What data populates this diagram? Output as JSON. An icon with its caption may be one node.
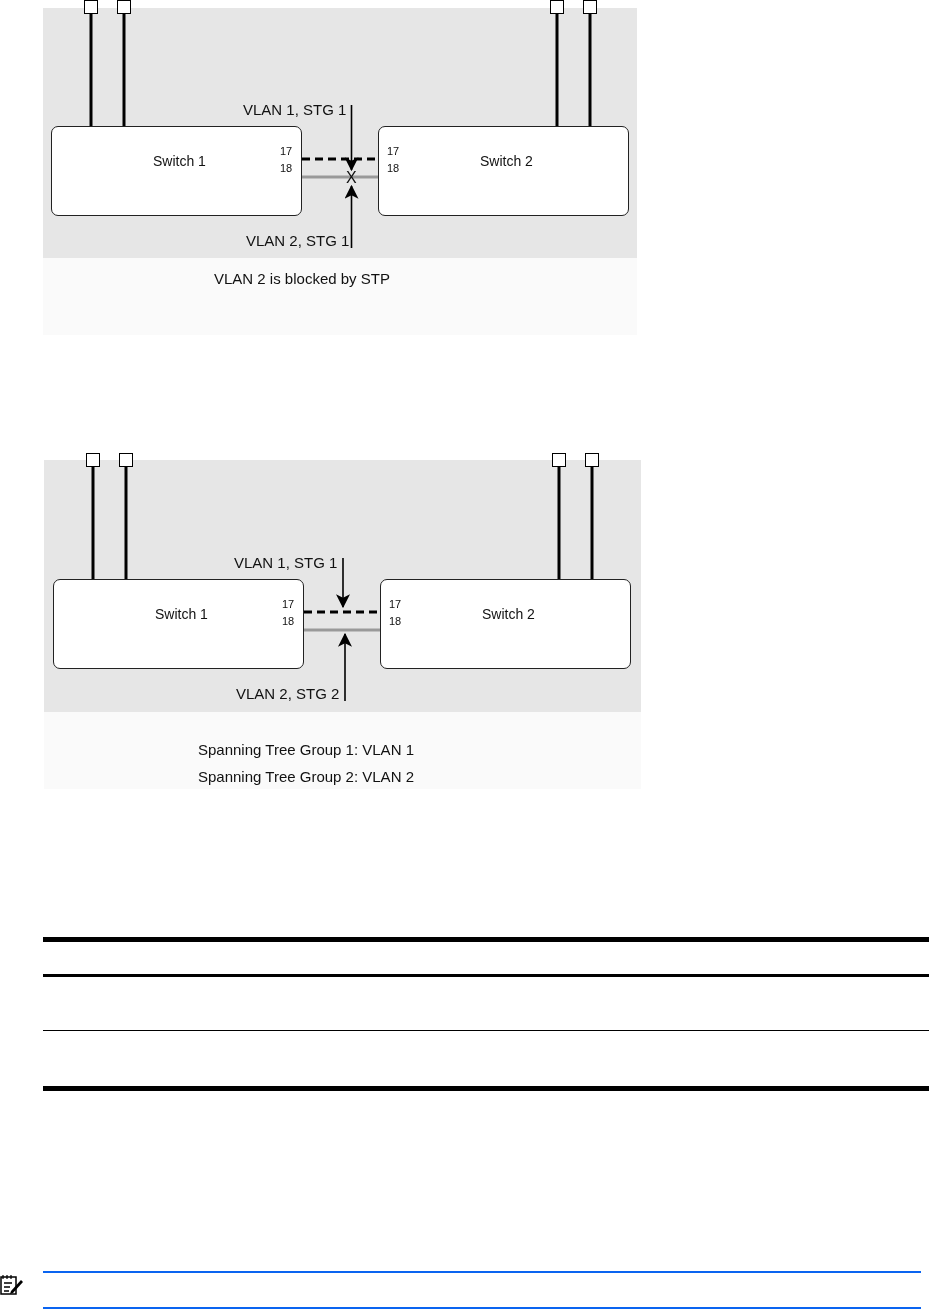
{
  "diagram": {
    "nodes": [
      {
        "text": [],
        "shape": "box"
      },
      {
        "text": [],
        "shape": "box"
      },
      {
        "text": [],
        "shape": "box"
      },
      {
        "text": [],
        "shape": "box"
      },
      {
        "text": [
          "VLAN 1, STG 1"
        ]
      },
      {
        "text": [
          "Switch 1",
          "17",
          "18"
        ]
      },
      {
        "text": [
          "17",
          "18",
          "Switch 2"
        ]
      },
      {
        "text": [
          "X"
        ]
      },
      {
        "text": [
          "VLAN 2, STG 1"
        ]
      },
      {
        "text": [],
        "shape": "box"
      },
      {
        "text": [],
        "shape": "box"
      },
      {
        "text": [],
        "shape": "box"
      },
      {
        "text": [],
        "shape": "box"
      },
      {
        "text": [
          "VLAN 1, STG 1"
        ]
      },
      {
        "text": [
          "Switch 1",
          "17",
          "18"
        ]
      },
      {
        "text": [
          "17",
          "18",
          "Switch 2"
        ]
      },
      {
        "text": [
          "VLAN 2, STG 2"
        ]
      }
    ],
    "edges": [
      {
        "from": 0,
        "to": 5,
        "arrow": "none"
      },
      {
        "from": 1,
        "to": 5,
        "arrow": "none"
      },
      {
        "from": 2,
        "to": 6,
        "arrow": "none"
      },
      {
        "from": 3,
        "to": 6,
        "arrow": "none"
      },
      {
        "from": 5,
        "to": 6,
        "arrow": "none",
        "style": "dashed"
      },
      {
        "from": 5,
        "to": 6,
        "arrow": "none",
        "color": "#999999"
      },
      {
        "from": 4,
        "to": 7,
        "arrow": "to"
      },
      {
        "from": 8,
        "to": 7,
        "arrow": "to"
      },
      {
        "from": 9,
        "to": 14,
        "arrow": "none"
      },
      {
        "from": 10,
        "to": 14,
        "arrow": "none"
      },
      {
        "from": 11,
        "to": 15,
        "arrow": "none"
      },
      {
        "from": 12,
        "to": 15,
        "arrow": "none"
      },
      {
        "from": 14,
        "to": 15,
        "arrow": "none",
        "style": "dashed"
      },
      {
        "from": 14,
        "to": 15,
        "arrow": "none",
        "color": "#999999"
      },
      {
        "from": 13,
        "to": null,
        "arrow": "to"
      },
      {
        "from": 16,
        "to": null,
        "arrow": "to"
      }
    ],
    "labels": [
      "VLAN 2 is blocked by STP",
      "Spanning Tree Group 1: VLAN 1",
      "Spanning Tree Group 2: VLAN 2"
    ]
  }
}
